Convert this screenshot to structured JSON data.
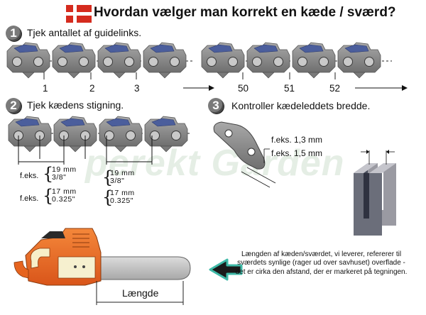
{
  "header": {
    "title": "Hvordan vælger man korrekt en kæde / sværd?",
    "flag_icon": "danish-flag-icon"
  },
  "steps": [
    {
      "number": "1",
      "text": "Tjek antallet af guidelinks."
    },
    {
      "number": "2",
      "text": "Tjek kædens stigning."
    },
    {
      "number": "3",
      "text": "Kontroller kædeleddets bredde."
    }
  ],
  "link_numbers_left": [
    "1",
    "2",
    "3"
  ],
  "link_numbers_right": [
    "50",
    "51",
    "52"
  ],
  "pitch": {
    "prefix": "f.eks.",
    "first": {
      "mm": "19 mm",
      "inch": "3/8\""
    },
    "second": {
      "mm": "17 mm",
      "inch": "0.325\""
    }
  },
  "width": {
    "example_1": "f.eks. 1,3 mm",
    "example_2": "f.eks. 1,5 mm"
  },
  "watermark": "perekt Garden",
  "length_label": "Længde",
  "note": "Længden af kæden/sværdet, vi leverer, refererer til sværdets synlige (rager ud over savhuset) overflade - det er cirka den afstand, der er markeret på tegningen.",
  "colors": {
    "chain_gray": "#8e8e8e",
    "cutter_blue": "#4b5e9c",
    "saw_orange": "#e8661f",
    "arrow_teal": "#3fb9a7"
  }
}
